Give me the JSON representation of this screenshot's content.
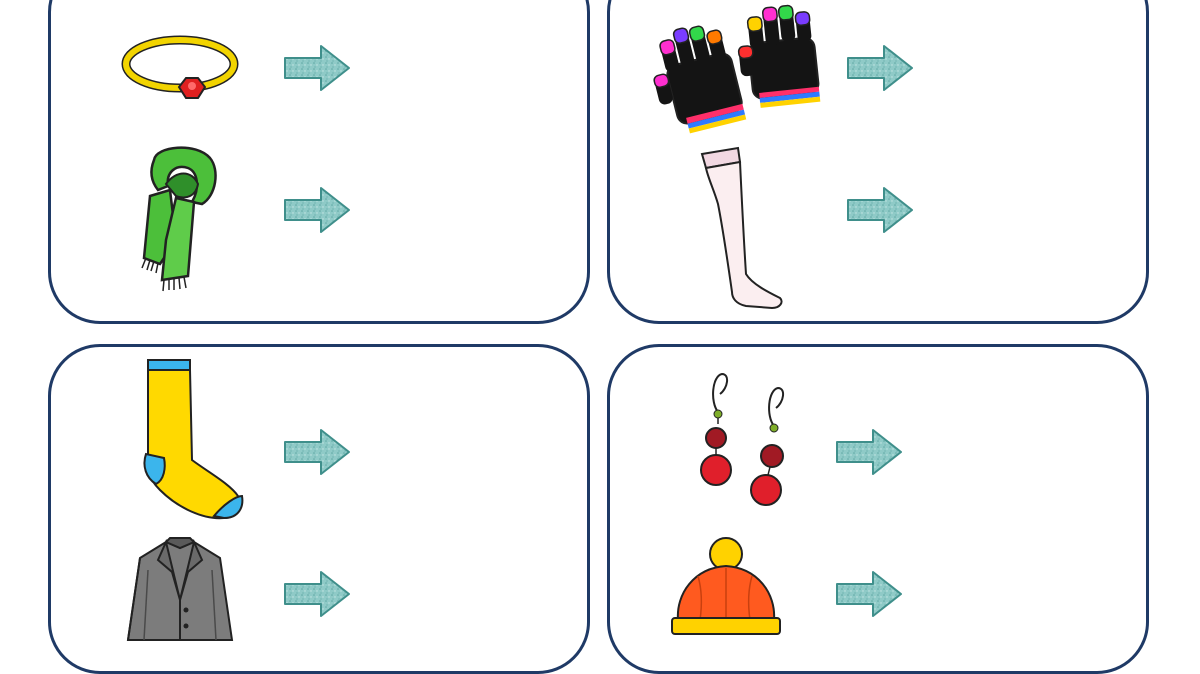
{
  "worksheet": {
    "cards": [
      {
        "id": "top-left",
        "items": [
          {
            "icon": "bracelet-icon"
          },
          {
            "icon": "scarf-icon"
          }
        ]
      },
      {
        "id": "top-right",
        "items": [
          {
            "icon": "gloves-icon"
          },
          {
            "icon": "stocking-icon"
          }
        ]
      },
      {
        "id": "bottom-left",
        "items": [
          {
            "icon": "sock-icon"
          },
          {
            "icon": "jacket-icon"
          }
        ]
      },
      {
        "id": "bottom-right",
        "items": [
          {
            "icon": "earrings-icon"
          },
          {
            "icon": "beanie-hat-icon"
          }
        ]
      }
    ],
    "colors": {
      "card_border": "#1f3a66",
      "arrow_fill": "#7fc2bf",
      "arrow_stroke": "#3f8f8b"
    }
  }
}
